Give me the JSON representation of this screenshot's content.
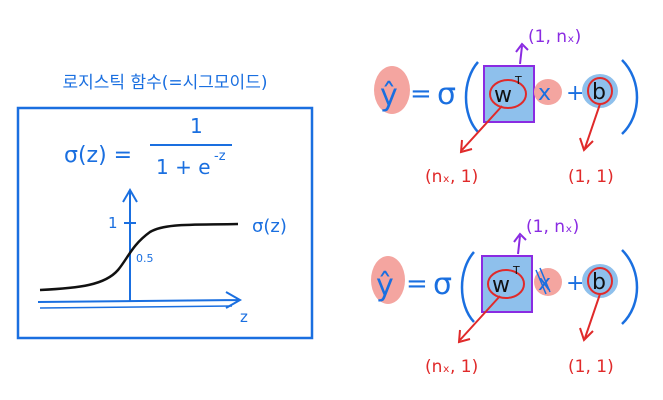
{
  "left_panel": {
    "title": "로지스틱 함수(=시그모이드)",
    "formula_lhs": "σ(z) =",
    "formula_numerator": "1",
    "formula_denominator": "1 + e",
    "formula_exponent": "-z",
    "graph": {
      "y_tick": "1",
      "midpoint_label": "0.5",
      "curve_label": "σ(z)",
      "x_axis_label": "z"
    }
  },
  "equation_top": {
    "y_hat": "ŷ",
    "equals": "=",
    "sigma": "σ",
    "weight": "w",
    "transpose": "T",
    "input": "x",
    "plus": "+",
    "bias": "b",
    "weight_shape": "(1, nₓ)",
    "weight_col_shape": "(nₓ, 1)",
    "bias_shape": "(1, 1)"
  },
  "equation_bottom": {
    "y_hat": "ŷ",
    "equals": "=",
    "sigma": "σ",
    "weight": "w",
    "transpose": "T",
    "input": "x",
    "plus": "+",
    "bias": "b",
    "weight_shape": "(1, nₓ)",
    "weight_col_shape": "(nₓ, 1)",
    "bias_shape": "(1, 1)"
  },
  "colors": {
    "ink_blue": "#1a6fe0",
    "ink_purple": "#8a2be2",
    "ink_red": "#e02a2a",
    "highlight_red": "#f4a5a0",
    "highlight_blue": "#8ec0ec",
    "ink_black": "#111111"
  }
}
